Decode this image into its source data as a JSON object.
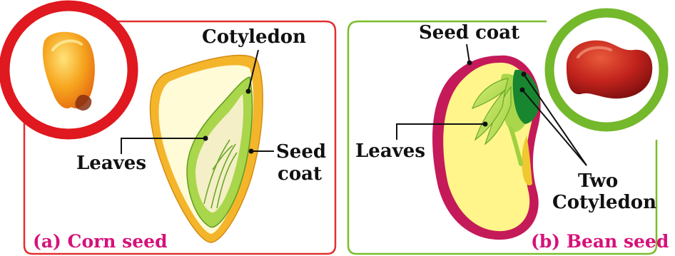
{
  "panels": [
    {
      "id": "corn",
      "caption": "(a) Corn seed",
      "labels": {
        "cotyledon": "Cotyledon",
        "leaves": "Leaves",
        "seed_coat_line1": "Seed",
        "seed_coat_line2": "coat"
      }
    },
    {
      "id": "bean",
      "caption": "(b) Bean seed",
      "labels": {
        "seed_coat": "Seed coat",
        "leaves": "Leaves",
        "two_line1": "Two",
        "two_line2": "Cotyledon"
      }
    }
  ],
  "colors": {
    "corn_frame": "#e0302e",
    "bean_frame": "#7bbd2a",
    "caption": "#d6127a",
    "corn_coat": "#f4b52b",
    "corn_endosperm": "#fffbd6",
    "embryo_green": "#a9d64a",
    "bean_coat": "#c41a5a",
    "bean_inner": "#fff58a",
    "cotyledon_dark": "#17862f"
  }
}
